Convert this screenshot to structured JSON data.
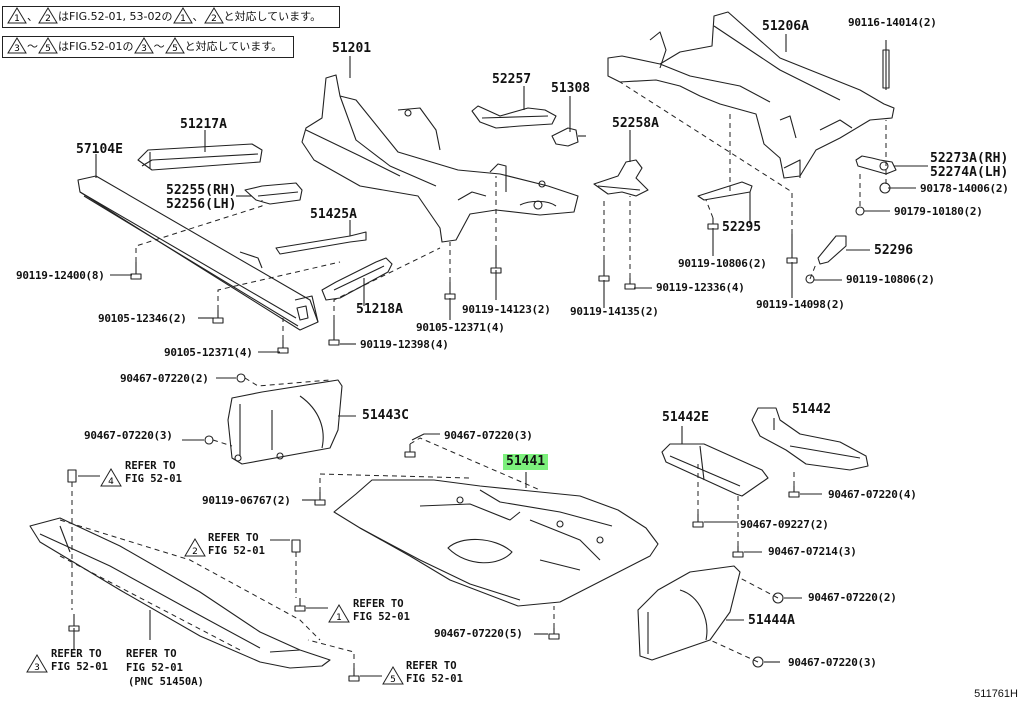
{
  "notes": [
    {
      "mark1": "1",
      "sep1": "、",
      "mark2": "2",
      "text": "はFIG.52-01, 53-02の",
      "mark3": "1",
      "sep2": "、",
      "mark4": "2",
      "tail": "と対応しています。"
    },
    {
      "mark1": "3",
      "sep1": "〜",
      "mark2": "5",
      "text": "はFIG.52-01の",
      "mark3": "3",
      "sep2": "〜",
      "mark4": "5",
      "tail": "と対応しています。"
    }
  ],
  "part_labels": {
    "p51201": "51201",
    "p52257": "52257",
    "p51308": "51308",
    "p51206A": "51206A",
    "p90116_14014": "90116-14014(2)",
    "p51217A": "51217A",
    "p57104E": "57104E",
    "p52258A": "52258A",
    "p52255": "52255(RH)",
    "p52256": "52256(LH)",
    "p52273A": "52273A(RH)",
    "p52274A": "52274A(LH)",
    "p90178_14006": "90178-14006(2)",
    "p51425A": "51425A",
    "p90179_10180": "90179-10180(2)",
    "p52295": "52295",
    "p52296": "52296",
    "p90119_12400": "90119-12400(8)",
    "p90119_10806a": "90119-10806(2)",
    "p90119_12336": "90119-12336(4)",
    "p90119_10806b": "90119-10806(2)",
    "p90119_14123": "90119-14123(2)",
    "p51218A": "51218A",
    "p90105_12346": "90105-12346(2)",
    "p90105_12371a": "90105-12371(4)",
    "p90119_14135": "90119-14135(2)",
    "p90119_14098": "90119-14098(2)",
    "p90119_12398": "90119-12398(4)",
    "p90105_12371b": "90105-12371(4)",
    "p90467_07220_2a": "90467-07220(2)",
    "p51443C": "51443C",
    "p51442E": "51442E",
    "p51442": "51442",
    "p90467_07220_3a": "90467-07220(3)",
    "p90467_07220_3b": "90467-07220(3)",
    "p51441": "51441",
    "p90119_06767": "90119-06767(2)",
    "p90467_07220_4": "90467-07220(4)",
    "p90467_09227": "90467-09227(2)",
    "p90467_07214": "90467-07214(3)",
    "p90467_07220_2b": "90467-07220(2)",
    "p51444A": "51444A",
    "p90467_07220_5": "90467-07220(5)",
    "p90467_07220_3c": "90467-07220(3)"
  },
  "refers": [
    {
      "mark": "4",
      "line1": "REFER TO",
      "line2": "FIG 52-01"
    },
    {
      "mark": "2",
      "line1": "REFER TO",
      "line2": "FIG 52-01"
    },
    {
      "mark": "1",
      "line1": "REFER TO",
      "line2": "FIG 52-01"
    },
    {
      "mark": "3",
      "line1": "REFER TO",
      "line2": "FIG 52-01"
    },
    {
      "mark": "",
      "line1": "REFER TO",
      "line2": "FIG 52-01",
      "line3": "(PNC 51450A)"
    },
    {
      "mark": "5",
      "line1": "REFER TO",
      "line2": "FIG 52-01"
    }
  ],
  "highlight_color": "#7cf07c",
  "figure_code": "511761H"
}
